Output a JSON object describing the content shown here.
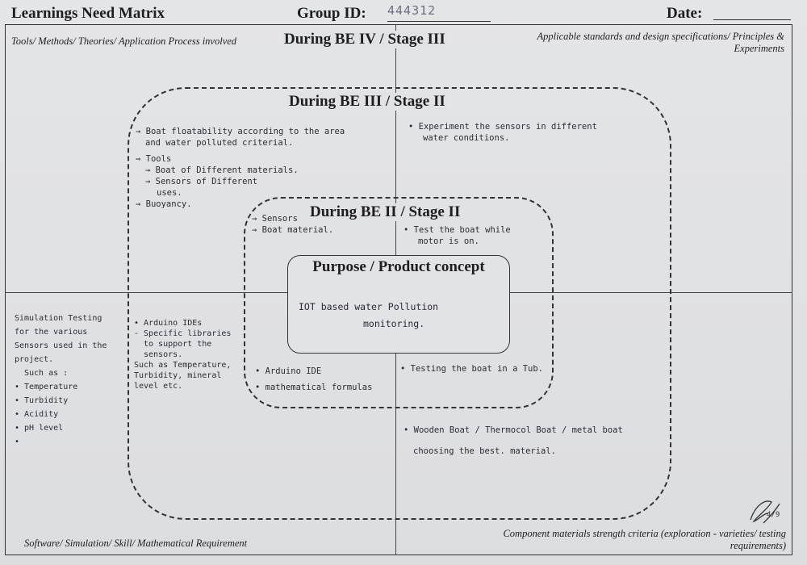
{
  "header": {
    "title": "Learnings Need Matrix",
    "group_label": "Group ID:",
    "group_value": "444312",
    "date_label": "Date:"
  },
  "stages": {
    "outer": "During BE IV / Stage III",
    "middle": "During BE III / Stage II",
    "inner": "During BE II / Stage II",
    "core_title": "Purpose / Product concept"
  },
  "corners": {
    "top_left": "Tools/ Methods/ Theories/ Application Process involved",
    "top_right": "Applicable standards and design specifications/ Principles & Experiments",
    "bottom_left": "Software/ Simulation/ Skill/ Mathematical Requirement",
    "bottom_right": "Component materials strength criteria (exploration - varieties/ testing requirements)"
  },
  "core_note": [
    "IOT based water Pollution",
    "monitoring."
  ],
  "notes": {
    "stage3_tl": [
      "→ Boat floatability according to the area",
      "and water polluted criterial.",
      "⇒ Tools",
      "→ Boat of Different materials.",
      "→ Sensors of Different",
      "uses.",
      "→ Buoyancy."
    ],
    "stage3_tr": [
      "• Experiment the sensors in different",
      "water conditions."
    ],
    "stage2_tl": [
      "→ Sensors",
      "→ Boat material."
    ],
    "stage2_tr": [
      "• Test the boat while",
      "motor is on."
    ],
    "stage2_bl": [
      "• Arduino IDE",
      "• mathematical formulas"
    ],
    "stage2_br": [
      "• Testing the boat in a Tub."
    ],
    "stage3_bl": [
      "• Arduino IDEs",
      "- Specific libraries",
      "to support the",
      "sensors.",
      "",
      "Such as Temperature,",
      "Turbidity, mineral",
      "level etc."
    ],
    "stage3_br": [
      "• Wooden Boat / Thermocol Boat / metal boat",
      "choosing the best. material."
    ],
    "stage4_bl": [
      "Simulation Testing",
      "for the various",
      "Sensors used in the",
      "project.",
      "Such as :",
      "• Temperature",
      "• Turbidity",
      "• Acidity",
      "• pH level",
      "•"
    ]
  },
  "signature_text": "4/9"
}
